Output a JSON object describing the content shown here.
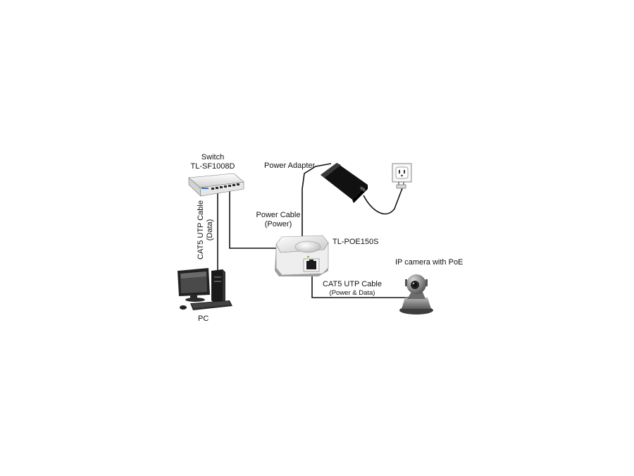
{
  "labels": {
    "switch_line1": "Switch",
    "switch_line2": "TL-SF1008D",
    "power_adapter": "Power Adapter",
    "power_cable_line1": "Power Cable",
    "power_cable_line2": "(Power)",
    "poe_device": "TL-POE150S",
    "cat5_data_line1": "CAT5 UTP Cable",
    "cat5_data_line2": "(Data)",
    "cat5_power_line1": "CAT5 UTP Cable",
    "cat5_power_line2": "(Power & Data)",
    "camera": "IP camera with PoE",
    "pc": "PC"
  },
  "colors": {
    "cable": "#111111",
    "device_body": "#f2f2f2",
    "device_shadow": "#9a9a9a",
    "adapter": "#1a1a1a",
    "camera": "#7d7d7d"
  }
}
